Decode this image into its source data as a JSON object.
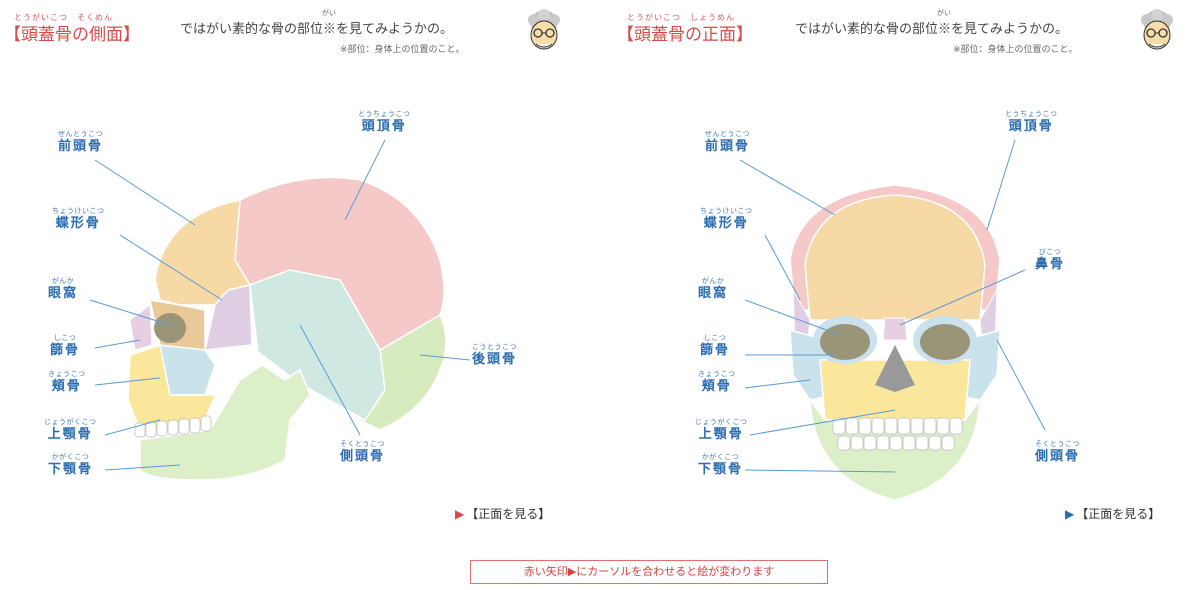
{
  "colors": {
    "frontal": "#f7d9a6",
    "parietal": "#f6c9c9",
    "sphenoid": "#e0cfe4",
    "temporal": "#cfe8e2",
    "occipital": "#d7ebbf",
    "orbit": "#9a9478",
    "nasal": "#e6cfe1",
    "zygomatic": "#c9e2ec",
    "maxilla": "#fbe79c",
    "mandible": "#dcefc9",
    "leader": "#5b9bd5",
    "accent_red": "#d84b4b",
    "accent_blue": "#2b6cb0"
  },
  "intro": {
    "text": "ではがい素的な骨の部位※を見てみようかの。",
    "ruby": "がい",
    "note": "※部位：身体上の位置のこと。"
  },
  "left": {
    "title_ruby": "とうがいこつ　そくめん",
    "title": "【頭蓋骨の側面】",
    "link": "【正面を見る】",
    "labels": {
      "frontal": {
        "ruby": "ぜんとうこつ",
        "name": "前頭骨"
      },
      "parietal": {
        "ruby": "とうちょうこつ",
        "name": "頭頂骨"
      },
      "sphenoid": {
        "ruby": "ちょうけいこつ",
        "name": "蝶形骨"
      },
      "orbit": {
        "ruby": "がんか",
        "name": "眼窩"
      },
      "lacrimal": {
        "ruby": "しこつ",
        "name": "篩骨"
      },
      "zygomatic": {
        "ruby": "きょうこつ",
        "name": "頬骨"
      },
      "maxilla": {
        "ruby": "じょうがくこつ",
        "name": "上顎骨"
      },
      "mandible": {
        "ruby": "かがくこつ",
        "name": "下顎骨"
      },
      "occipital": {
        "ruby": "こうとうこつ",
        "name": "後頭骨"
      },
      "temporal": {
        "ruby": "そくとうこつ",
        "name": "側頭骨"
      }
    }
  },
  "right": {
    "title_ruby": "とうがいこつ　しょうめん",
    "title": "【頭蓋骨の正面】",
    "link": "【正面を見る】",
    "labels": {
      "frontal": {
        "ruby": "ぜんとうこつ",
        "name": "前頭骨"
      },
      "parietal": {
        "ruby": "とうちょうこつ",
        "name": "頭頂骨"
      },
      "sphenoid": {
        "ruby": "ちょうけいこつ",
        "name": "蝶形骨"
      },
      "nasal": {
        "ruby": "びこつ",
        "name": "鼻骨"
      },
      "orbit": {
        "ruby": "がんか",
        "name": "眼窩"
      },
      "lacrimal": {
        "ruby": "しこつ",
        "name": "篩骨"
      },
      "zygomatic": {
        "ruby": "きょうこつ",
        "name": "頬骨"
      },
      "maxilla": {
        "ruby": "じょうがくこつ",
        "name": "上顎骨"
      },
      "mandible": {
        "ruby": "かがくこつ",
        "name": "下顎骨"
      },
      "temporal": {
        "ruby": "そくとうこつ",
        "name": "側頭骨"
      }
    }
  },
  "hint": "赤い矢印▶にカーソルを合わせると絵が変わります"
}
